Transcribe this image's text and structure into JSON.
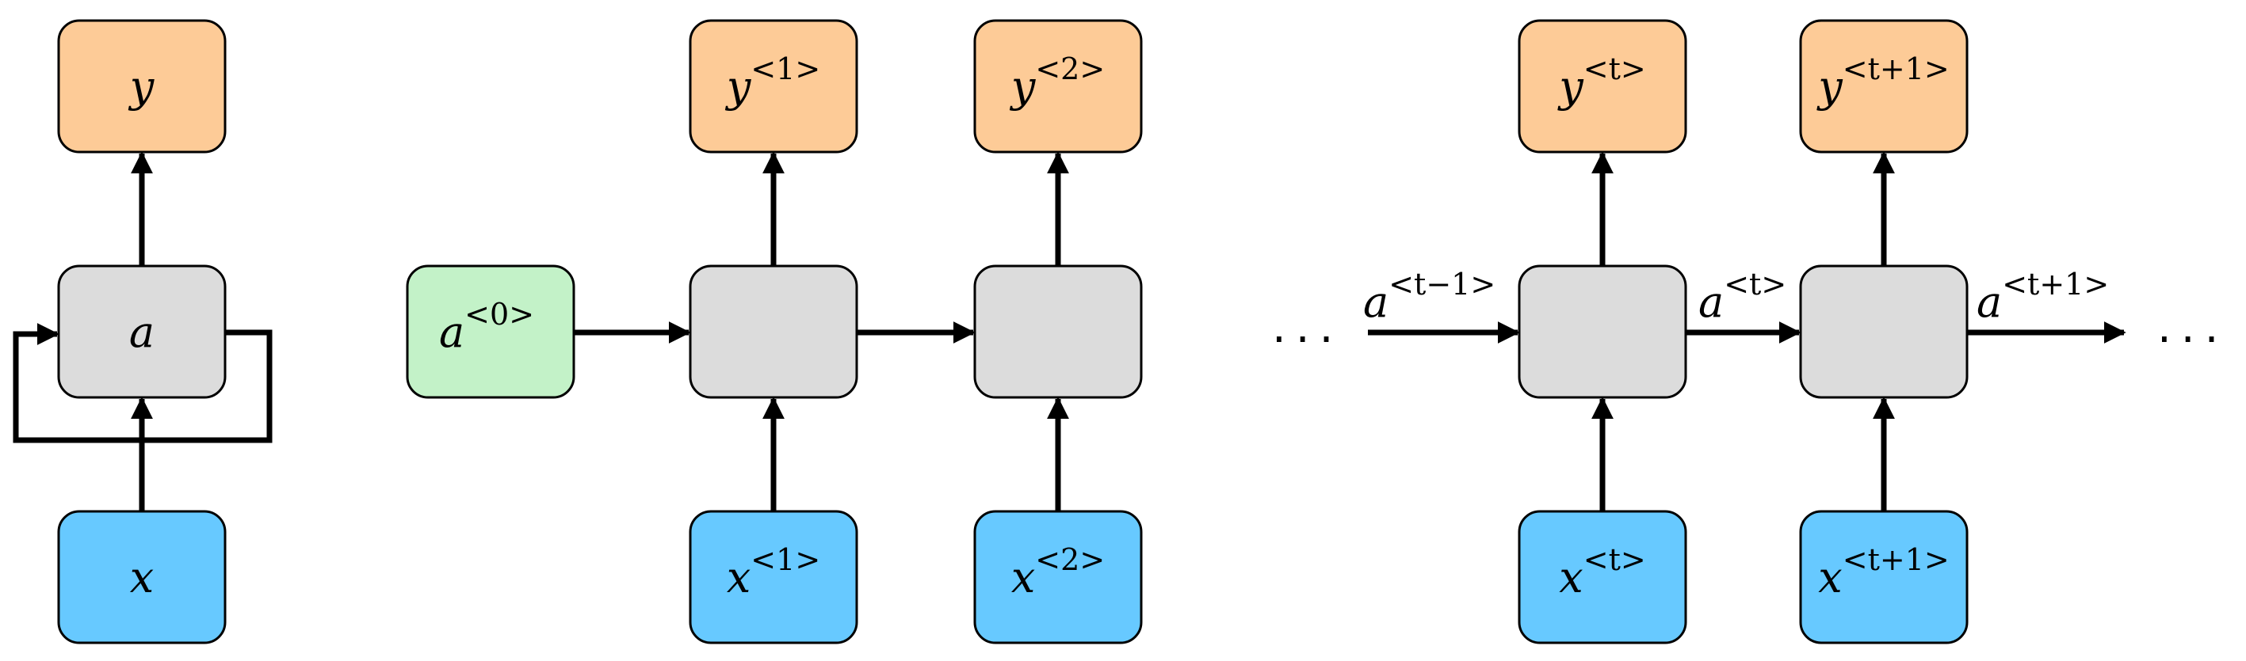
{
  "folded": {
    "output_label": "y",
    "hidden_label": "a",
    "input_label": "x"
  },
  "unrolled": {
    "initial": {
      "base": "a",
      "sup": "<0>"
    },
    "steps": [
      {
        "output": {
          "base": "y",
          "sup": "<1>"
        },
        "input": {
          "base": "x",
          "sup": "<1>"
        }
      },
      {
        "output": {
          "base": "y",
          "sup": "<2>"
        },
        "input": {
          "base": "x",
          "sup": "<2>"
        }
      },
      {
        "output": {
          "base": "y",
          "sup": "<t>"
        },
        "input": {
          "base": "x",
          "sup": "<t>"
        }
      },
      {
        "output": {
          "base": "y",
          "sup": "<t+1>"
        },
        "input": {
          "base": "x",
          "sup": "<t+1>"
        }
      }
    ],
    "edge_labels": [
      {
        "base": "a",
        "sup": "<t−1>"
      },
      {
        "base": "a",
        "sup": "<t>"
      },
      {
        "base": "a",
        "sup": "<t+1>"
      }
    ],
    "ellipsis": "..."
  },
  "colors": {
    "output": "#FDCB97",
    "hidden": "#DCDCDC",
    "input": "#67C9FF",
    "initial": "#C3F2C8"
  }
}
